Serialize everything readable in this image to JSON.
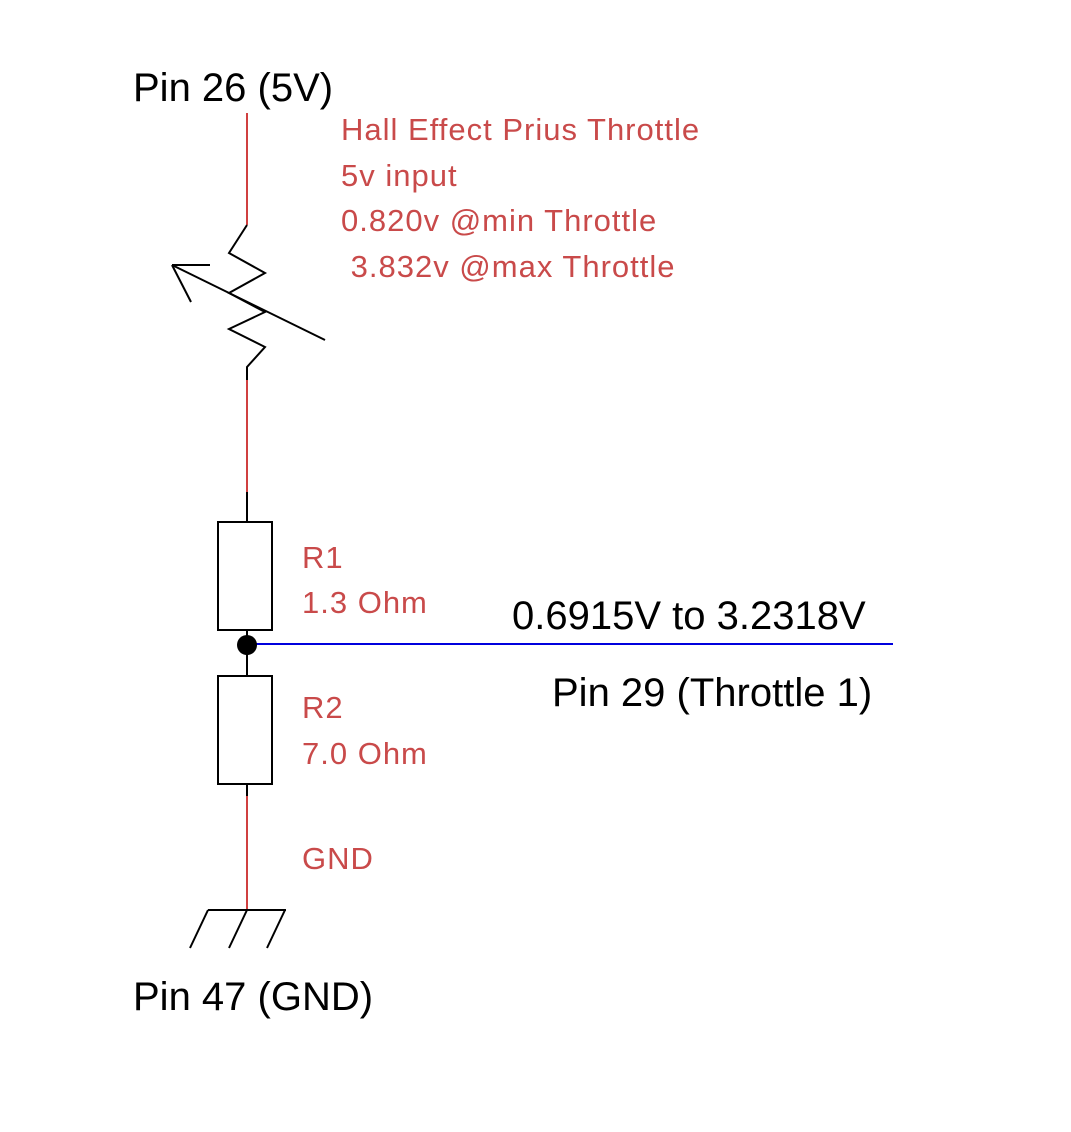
{
  "labels": {
    "pin_5v": "Pin 26 (5V)",
    "sensor_desc": [
      "Hall Effect Prius Throttle",
      "5v input",
      "0.820v @min Throttle",
      " 3.832v @max Throttle"
    ],
    "r1_name": "R1",
    "r1_value": "1.3 Ohm",
    "r2_name": "R2",
    "r2_value": "7.0 Ohm",
    "gnd_net": "GND",
    "output_range": "0.6915V to 3.2318V",
    "pin_throttle": "Pin 29 (Throttle 1)",
    "pin_gnd": "Pin 47 (GND)"
  },
  "colors": {
    "wire": "#d04040",
    "signal": "#0000dd",
    "component": "#000000",
    "label": "#c94a4a"
  }
}
